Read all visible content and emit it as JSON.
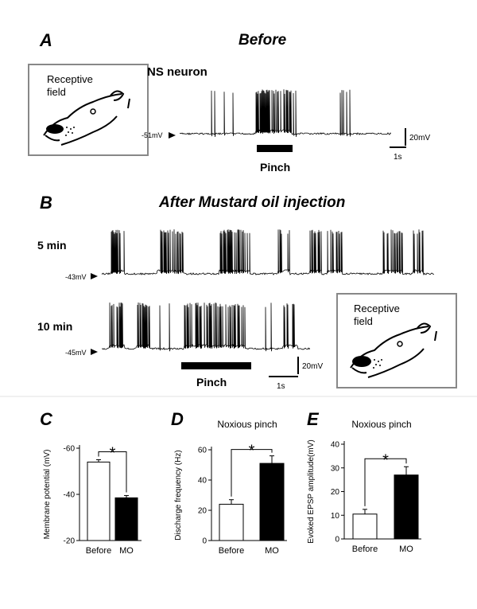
{
  "panel_a": {
    "letter": "A",
    "heading": "Before",
    "neuron_label": "NS neuron",
    "receptive_field": [
      "Receptive",
      "field"
    ],
    "resting_label": "-51mV",
    "scale_v": "20mV",
    "scale_t": "1s",
    "stim_label": "Pinch"
  },
  "panel_b": {
    "letter": "B",
    "heading": "After Mustard oil injection",
    "row1_label": "5 min",
    "row1_resting": "-43mV",
    "row2_label": "10 min",
    "row2_resting": "-45mV",
    "receptive_field": [
      "Receptive",
      "field"
    ],
    "scale_v": "20mV",
    "scale_t": "1s",
    "stim_label": "Pinch"
  },
  "chart_data": [
    {
      "type": "bar",
      "letter": "C",
      "title": "",
      "ylabel": "Membrane potential (mV)",
      "categories": [
        "Before",
        "MO"
      ],
      "values": [
        -54,
        -38.5
      ],
      "errors": [
        1,
        1
      ],
      "ylim": [
        -20,
        -60
      ],
      "yticks": [
        "-20",
        "-40",
        "-60"
      ],
      "bar_colors": [
        "#ffffff",
        "#000000"
      ],
      "significance": "*"
    },
    {
      "type": "bar",
      "letter": "D",
      "title": "Noxious pinch",
      "ylabel": "Discharge frequency (Hz)",
      "categories": [
        "Before",
        "MO"
      ],
      "values": [
        24,
        51
      ],
      "errors": [
        3,
        5
      ],
      "ylim": [
        0,
        60
      ],
      "yticks": [
        "0",
        "20",
        "40",
        "60"
      ],
      "bar_colors": [
        "#ffffff",
        "#000000"
      ],
      "significance": "*"
    },
    {
      "type": "bar",
      "letter": "E",
      "title": "Noxious pinch",
      "ylabel": "Evoked EPSP amplitude(mV)",
      "categories": [
        "Before",
        "MO"
      ],
      "values": [
        10.5,
        27
      ],
      "errors": [
        2,
        3.5
      ],
      "ylim": [
        0,
        40
      ],
      "yticks": [
        "0",
        "10",
        "20",
        "30",
        "40"
      ],
      "bar_colors": [
        "#ffffff",
        "#000000"
      ],
      "significance": "*"
    }
  ]
}
